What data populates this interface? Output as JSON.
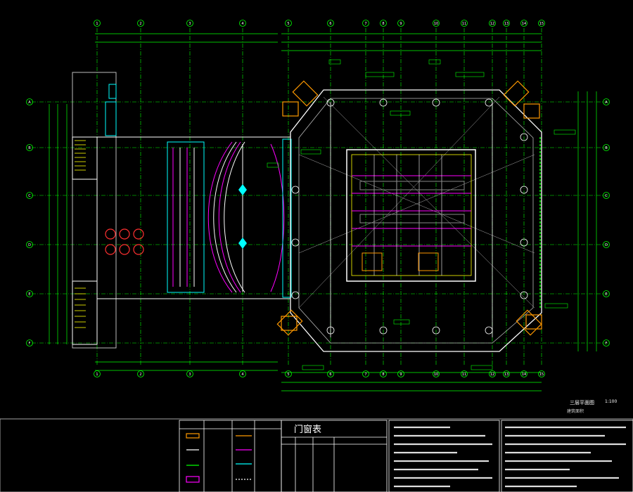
{
  "door_table": {
    "title": "门窗表"
  },
  "plan": {
    "caption": "三层平面图",
    "scale": "1:100",
    "area_note": "建筑面积"
  },
  "grid": {
    "top": [
      "1",
      "2",
      "3",
      "4",
      "5",
      "6",
      "7",
      "8",
      "9",
      "10",
      "11",
      "12",
      "13",
      "14",
      "15"
    ],
    "left": [
      "A",
      "B",
      "C",
      "D",
      "E",
      "F"
    ],
    "right": [
      "A",
      "B",
      "C",
      "D",
      "E",
      "F"
    ]
  },
  "colors": {
    "background": "#000000",
    "axis_green": "#00ff00",
    "wall_white": "#ffffff",
    "door_magenta": "#ff00ff",
    "accent_yellow": "#ffff00",
    "accent_cyan": "#00ffff",
    "accent_red": "#ff3030",
    "accent_orange": "#ff9900"
  }
}
